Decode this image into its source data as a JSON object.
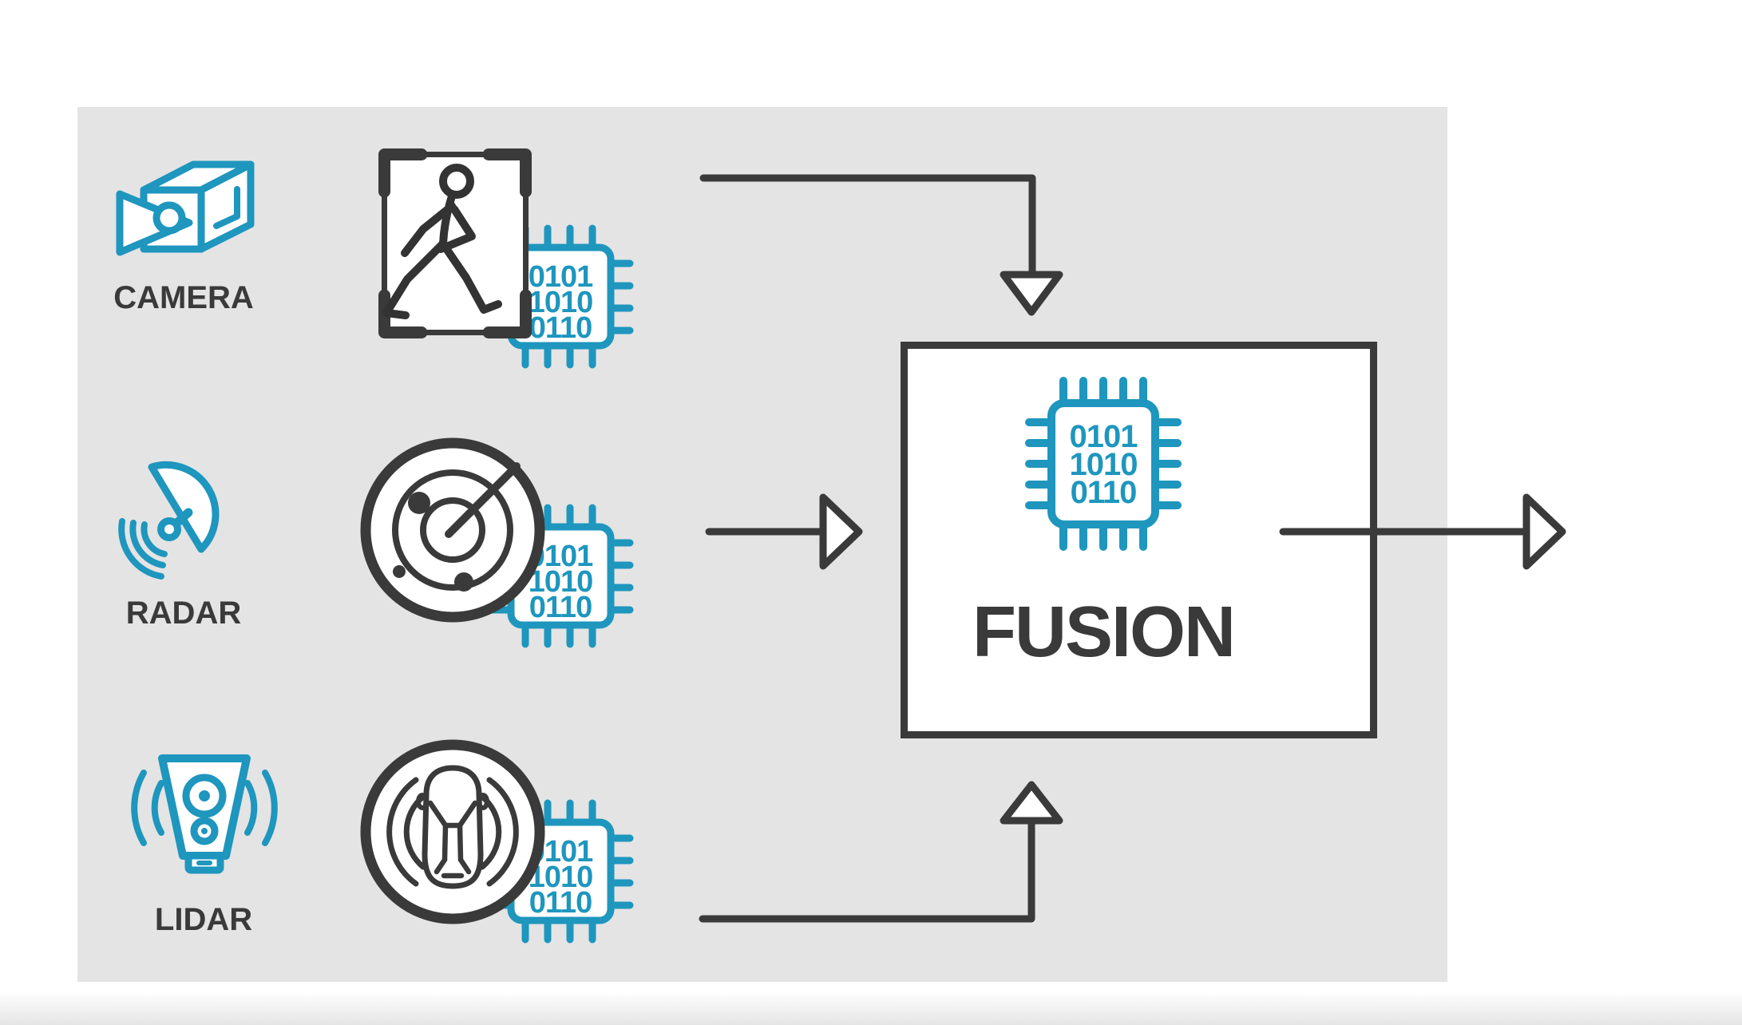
{
  "colors": {
    "accent": "#1e96be",
    "dark": "#3a3a3a",
    "panel": "#e4e4e4",
    "white": "#ffffff"
  },
  "sensors": [
    {
      "label": "CAMERA"
    },
    {
      "label": "RADAR"
    },
    {
      "label": "LIDAR"
    }
  ],
  "fusion": {
    "label": "FUSION"
  },
  "chip": {
    "rows": [
      "0101",
      "1010",
      "0110"
    ]
  }
}
